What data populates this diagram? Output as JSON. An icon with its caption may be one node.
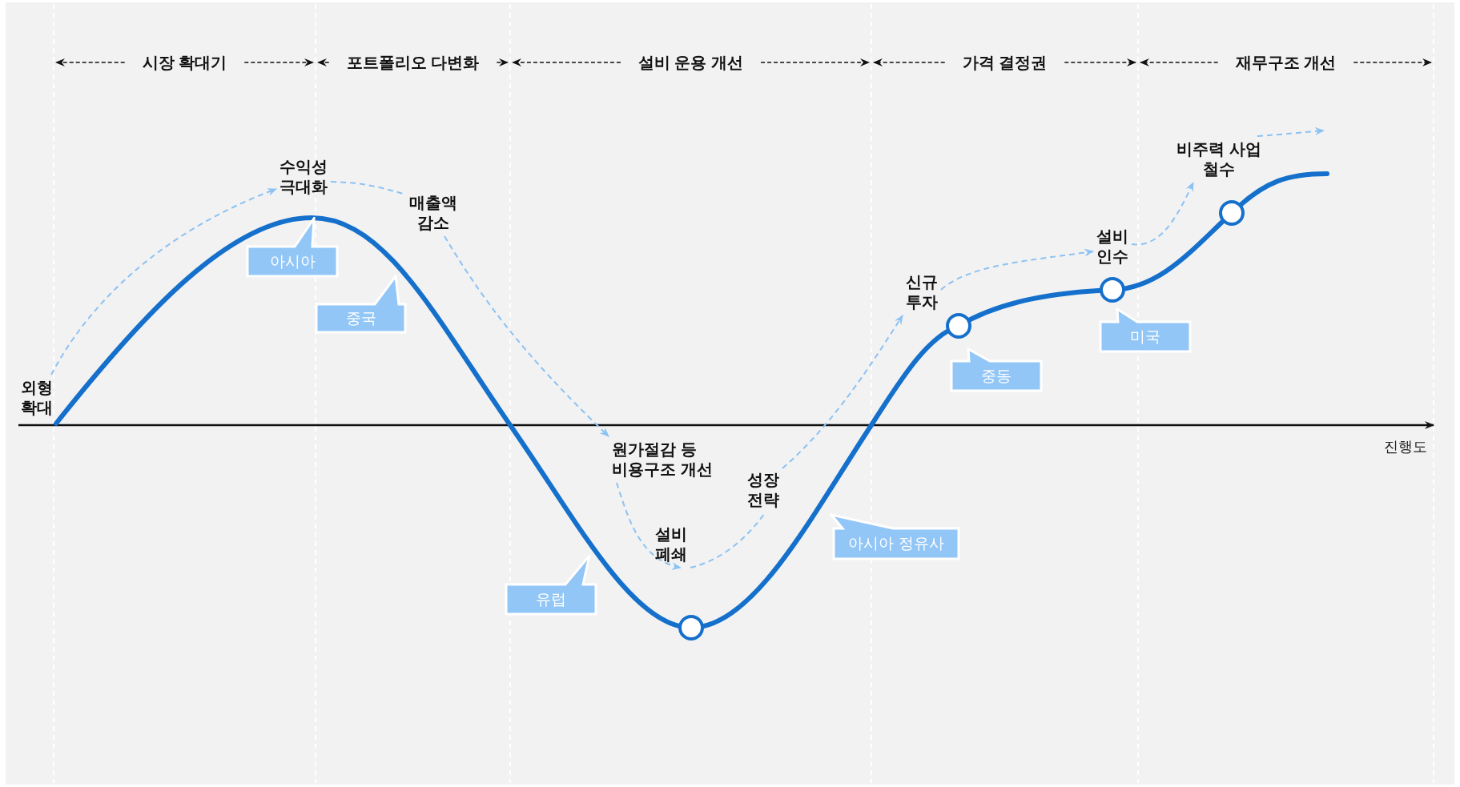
{
  "diagram": {
    "nodes": [
      {
        "text": [
          "외형 확대"
        ]
      },
      {
        "text": [
          "수익성 극대화"
        ]
      },
      {
        "text": [
          "매출액 감소"
        ]
      },
      {
        "text": [
          "원가절감 등 비용구조 개선"
        ]
      },
      {
        "text": [
          "설비 폐쇄"
        ]
      },
      {
        "text": [
          "성장 전략"
        ]
      },
      {
        "text": [
          "신규 투자"
        ]
      },
      {
        "text": [
          "설비 인수"
        ]
      },
      {
        "text": [
          "비주력 사업 철수"
        ]
      },
      {
        "text": [
          "아시아"
        ]
      },
      {
        "text": [
          "중국"
        ]
      },
      {
        "text": [
          "유럽"
        ]
      },
      {
        "text": [
          "아시아 정유사"
        ]
      },
      {
        "text": [
          "중동"
        ]
      },
      {
        "text": [
          "미국"
        ]
      }
    ],
    "edges": [
      {
        "from": 0,
        "to": 1,
        "arrow": "to"
      },
      {
        "from": 1,
        "to": 2,
        "arrow": "none"
      },
      {
        "from": 2,
        "to": 3,
        "arrow": "to"
      },
      {
        "from": 3,
        "to": 4,
        "arrow": "to"
      },
      {
        "from": 4,
        "to": 5,
        "arrow": "none"
      },
      {
        "from": 5,
        "to": 6,
        "arrow": "to"
      },
      {
        "from": 6,
        "to": 7,
        "arrow": "to"
      },
      {
        "from": 7,
        "to": 8,
        "arrow": "to"
      },
      {
        "from": 8,
        "to": null,
        "arrow": "to"
      }
    ],
    "labels": [
      "시장 확대기",
      "포트폴리오 다변화",
      "설비 운용 개선",
      "가격 결정권",
      "재무구조 개선",
      "진행도"
    ]
  }
}
